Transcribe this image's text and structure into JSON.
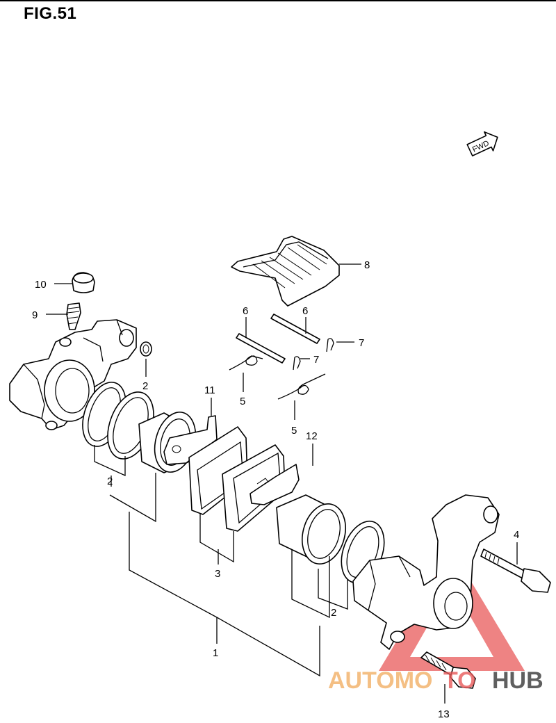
{
  "figure": {
    "title": "FIG.51"
  },
  "fwd_label": "FWD",
  "callouts": [
    {
      "id": "c1",
      "label": "1"
    },
    {
      "id": "c2a",
      "label": "2"
    },
    {
      "id": "c2b",
      "label": "2"
    },
    {
      "id": "c2c",
      "label": "2"
    },
    {
      "id": "c3",
      "label": "3"
    },
    {
      "id": "c4",
      "label": "4"
    },
    {
      "id": "c5a",
      "label": "5"
    },
    {
      "id": "c5b",
      "label": "5"
    },
    {
      "id": "c6a",
      "label": "6"
    },
    {
      "id": "c6b",
      "label": "6"
    },
    {
      "id": "c7a",
      "label": "7"
    },
    {
      "id": "c7b",
      "label": "7"
    },
    {
      "id": "c8",
      "label": "8"
    },
    {
      "id": "c9",
      "label": "9"
    },
    {
      "id": "c10",
      "label": "10"
    },
    {
      "id": "c11",
      "label": "11"
    },
    {
      "id": "c12",
      "label": "12"
    },
    {
      "id": "c13",
      "label": "13"
    }
  ],
  "watermark": {
    "part1": "AUTOMO",
    "part2": "TO",
    "part3": "HUB",
    "color_primary": "#e85a5a",
    "color_secondary": "#f3b46f"
  }
}
